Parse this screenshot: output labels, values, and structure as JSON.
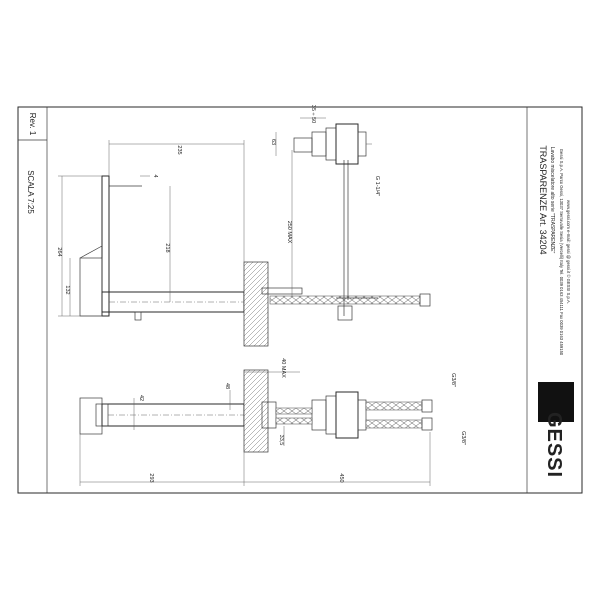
{
  "sheet": {
    "scale": "SCALA 7:25",
    "revision": "Rev. 1"
  },
  "title_block": {
    "title": "TRASPARENZE  Art. 34204",
    "subtitle": "Lavabo miscelatore alto serie \"TRASPARENZE\"",
    "address": "Gessi S.p.A. Parco Gessi, 13037 Serravalle Sesia (Vercelli) Italy Tel. 0039 0163 454111 Fax 0039 0163 459150",
    "web": "www.gessi.com e-mail: gessi @ gessi.it  © GESSI S.p.A.",
    "logo_text": "GESSI"
  },
  "dimensions": {
    "d_235": "235",
    "d_4": "4",
    "d_218": "218",
    "d_264": "264",
    "d_132": "132",
    "d_63": "63",
    "d_35_50": "35 ÷ 50",
    "d_250_max": "250 MAX",
    "d_g114": "G 1-1/4\"",
    "d_40_max": "40 MAX",
    "d_42": "42",
    "d_48": "48",
    "d_33_5": "33,5",
    "d_g38a": "G3/8\"",
    "d_g38b": "G3/8\"",
    "d_293": "293",
    "d_450": "450"
  }
}
